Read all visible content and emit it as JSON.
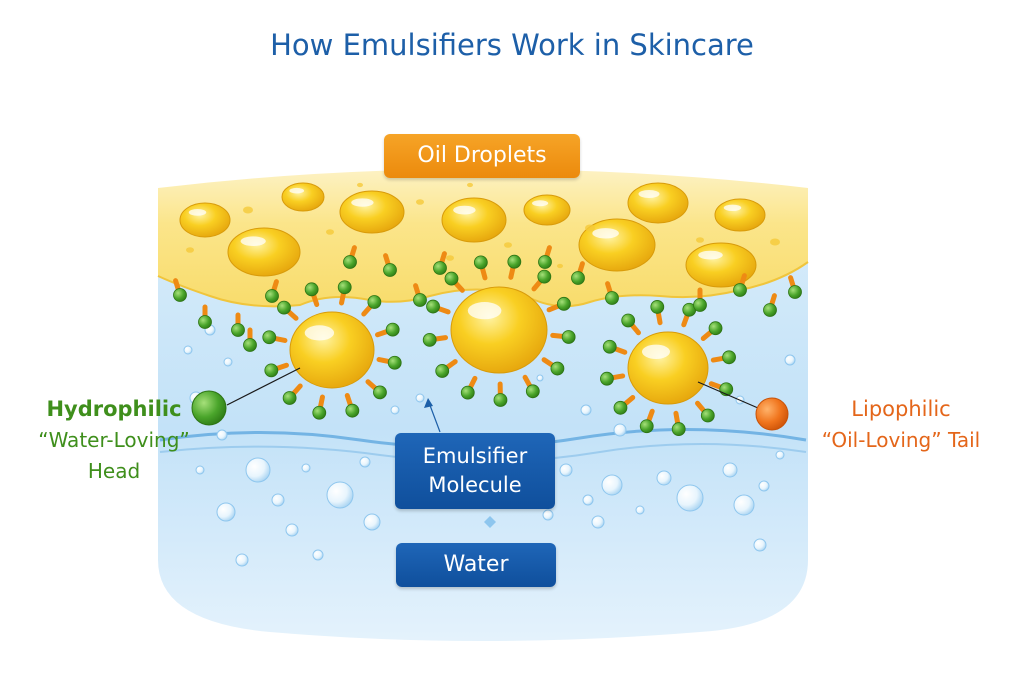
{
  "title": "How Emulsifiers Work in Skincare",
  "labels": {
    "oil": "Oil Droplets",
    "emulsifier_line1": "Emulsifier",
    "emulsifier_line2": "Molecule",
    "water": "Water",
    "hydrophilic_line1": "Hydrophilic",
    "hydrophilic_line2": "“Water-Loving”",
    "hydrophilic_line3": "Head",
    "lipophilic_line1": "Lipophilic",
    "lipophilic_line2": "“Oil-Loving” Tail"
  },
  "colors": {
    "title": "#1d5fa8",
    "oil_pill": "#f29a1c",
    "blue_pill": "#1757a6",
    "hydrophilic": "#3f8f1c",
    "lipophilic": "#e4661a",
    "droplet": "#f6c21a",
    "water": "#bfe0f7",
    "oil_layer": "#fae27e"
  },
  "icons": {
    "head": "green-sphere-head",
    "tail": "orange-tail",
    "droplet": "oil-droplet",
    "bubble": "water-bubble"
  }
}
